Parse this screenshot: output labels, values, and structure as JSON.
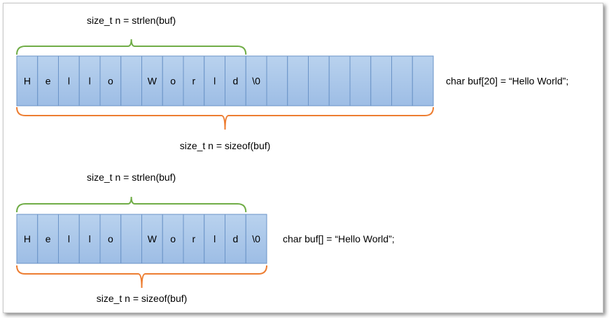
{
  "colors": {
    "cell_fill_top": "#b9d2ee",
    "cell_fill_bottom": "#9dbde5",
    "cell_border": "#6a93c7",
    "strlen_brace": "#70ad47",
    "sizeof_brace": "#ed7d31",
    "text": "#000000"
  },
  "diagrams": [
    {
      "declaration": "char buf[20] = “Hello World”;",
      "strlen_label": "size_t n = strlen(buf)",
      "sizeof_label": "size_t n = sizeof(buf)",
      "cells": [
        "H",
        "e",
        "l",
        "l",
        "o",
        "",
        "W",
        "o",
        "r",
        "l",
        "d",
        "\\0",
        "",
        "",
        "",
        "",
        "",
        "",
        "",
        ""
      ],
      "strlen_span_cells": 11
    },
    {
      "declaration": "char buf[] = “Hello World”;",
      "strlen_label": "size_t n = strlen(buf)",
      "sizeof_label": "size_t n = sizeof(buf)",
      "cells": [
        "H",
        "e",
        "l",
        "l",
        "o",
        "",
        "W",
        "o",
        "r",
        "l",
        "d",
        "\\0"
      ],
      "strlen_span_cells": 11
    }
  ]
}
